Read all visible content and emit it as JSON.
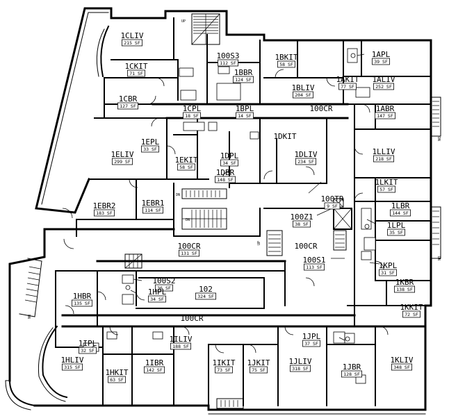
{
  "rooms": [
    {
      "id": "1CLIV",
      "label": "1CLIV",
      "area": "215 SF"
    },
    {
      "id": "1CKIT",
      "label": "1CKIT",
      "area": "71 SF"
    },
    {
      "id": "1CBR",
      "label": "1CBR",
      "area": "127 SF"
    },
    {
      "id": "1CPL",
      "label": "1CPL",
      "area": "18 SF"
    },
    {
      "id": "100S3",
      "label": "100S3",
      "area": "112 SF"
    },
    {
      "id": "1BBR",
      "label": "1BBR",
      "area": "124 SF"
    },
    {
      "id": "1BPL",
      "label": "1BPL",
      "area": "14 SF"
    },
    {
      "id": "1BKIT",
      "label": "1BKIT",
      "area": "58 SF"
    },
    {
      "id": "1BLIV",
      "label": "1BLIV",
      "area": "204 SF"
    },
    {
      "id": "1AKIT",
      "label": "1AKIT",
      "area": "77 SF"
    },
    {
      "id": "1APL",
      "label": "1APL",
      "area": "39 SF"
    },
    {
      "id": "1ALIV",
      "label": "1ALIV",
      "area": "252 SF"
    },
    {
      "id": "1ABR",
      "label": "1ABR",
      "area": "147 SF"
    },
    {
      "id": "100CR_TOP",
      "label": "100CR",
      "area": ""
    },
    {
      "id": "1EPL",
      "label": "1EPL",
      "area": "33 SF"
    },
    {
      "id": "1ELIV",
      "label": "1ELIV",
      "area": "299 SF"
    },
    {
      "id": "1EKIT",
      "label": "1EKIT",
      "area": "58 SF"
    },
    {
      "id": "1DPL",
      "label": "1DPL",
      "area": "34 SF"
    },
    {
      "id": "1DBR",
      "label": "1DBR",
      "area": "148 SF"
    },
    {
      "id": "1DKIT",
      "label": "1DKIT",
      "area": ""
    },
    {
      "id": "1DLIV",
      "label": "1DLIV",
      "area": "234 SF"
    },
    {
      "id": "1LLIV",
      "label": "1LLIV",
      "area": "218 SF"
    },
    {
      "id": "1LKIT",
      "label": "1LKIT",
      "area": "57 SF"
    },
    {
      "id": "1EBR2",
      "label": "1EBR2",
      "area": "183 SF"
    },
    {
      "id": "1EBR1",
      "label": "1EBR1",
      "area": "114 SF"
    },
    {
      "id": "100TR",
      "label": "100TR",
      "area": "9 SF"
    },
    {
      "id": "100Z1",
      "label": "100Z1",
      "area": "38 SF"
    },
    {
      "id": "1LBR",
      "label": "1LBR",
      "area": "144 SF"
    },
    {
      "id": "1LPL",
      "label": "1LPL",
      "area": "35 SF"
    },
    {
      "id": "100CR_MIDL",
      "label": "100CR",
      "area": "131 SF"
    },
    {
      "id": "100CR_MIDR",
      "label": "100CR",
      "area": ""
    },
    {
      "id": "100S1",
      "label": "100S1",
      "area": "113 SF"
    },
    {
      "id": "1KPL",
      "label": "1KPL",
      "area": "31 SF"
    },
    {
      "id": "1KBR",
      "label": "1KBR",
      "area": "138 SF"
    },
    {
      "id": "100S2",
      "label": "100S2",
      "area": "36 SF"
    },
    {
      "id": "1HPL",
      "label": "1HPL",
      "area": "34 SF"
    },
    {
      "id": "102",
      "label": "102",
      "area": "324 SF"
    },
    {
      "id": "1HBR",
      "label": "1HBR",
      "area": "135 SF"
    },
    {
      "id": "1KKIT",
      "label": "1KKIT",
      "area": "72 SF"
    },
    {
      "id": "100CR_BOT",
      "label": "100CR",
      "area": ""
    },
    {
      "id": "1IPL",
      "label": "1IPL",
      "area": "32 SF"
    },
    {
      "id": "1ILIV",
      "label": "1ILIV",
      "area": "188 SF"
    },
    {
      "id": "1JPL",
      "label": "1JPL",
      "area": "37 SF"
    },
    {
      "id": "1HLIV",
      "label": "1HLIV",
      "area": "315 SF"
    },
    {
      "id": "1IBR",
      "label": "1IBR",
      "area": "142 SF"
    },
    {
      "id": "1IKIT",
      "label": "1IKIT",
      "area": "73 SF"
    },
    {
      "id": "1JKIT",
      "label": "1JKIT",
      "area": "75 SF"
    },
    {
      "id": "1JLIV",
      "label": "1JLIV",
      "area": "318 SF"
    },
    {
      "id": "1JBR",
      "label": "1JBR",
      "area": "128 SF"
    },
    {
      "id": "1KLIV",
      "label": "1KLIV",
      "area": "348 SF"
    },
    {
      "id": "1HKIT",
      "label": "1HKIT",
      "area": "63 SF"
    }
  ],
  "stair_marks": [
    {
      "id": "up-top",
      "text": "UP"
    },
    {
      "id": "dn-mid",
      "text": "DN"
    },
    {
      "id": "dn-mid2",
      "text": "DN"
    },
    {
      "id": "up-center",
      "text": "UP"
    },
    {
      "id": "dn-right",
      "text": "DN"
    },
    {
      "id": "dn-right2",
      "text": "DN"
    },
    {
      "id": "dn-left",
      "text": "DN"
    }
  ]
}
